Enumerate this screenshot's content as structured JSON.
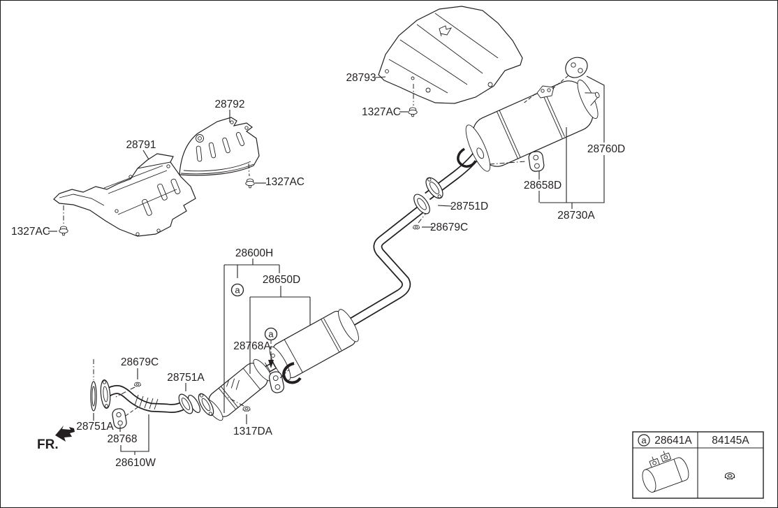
{
  "diagram": {
    "title_type": "exhaust-muffler-parts-diagram",
    "line_color": "#231f20",
    "background": "#ffffff",
    "labels": {
      "shield_front": "28791",
      "shield_arch": "28792",
      "shield_rear": "28793",
      "bolt_shield_front": "1327AC",
      "bolt_shield_arch": "1327AC",
      "bolt_shield_rear": "1327AC",
      "center_exhaust_assy": "28600H",
      "center_muffler": "28650D",
      "clamp_callout": "28768A",
      "gasket_front": "28751A",
      "gasket_center": "28751A",
      "gasket_rear": "28751D",
      "nut_front": "28679C",
      "nut_rear": "28679C",
      "nut_flange": "1317DA",
      "hanger_front": "28768",
      "front_pipe_assy": "28610W",
      "hanger_rear": "28658D",
      "rear_muffler": "28730A",
      "rear_muffler_assy": "28760D",
      "front_direction": "FR.",
      "callout_letter": "a"
    },
    "legend": {
      "badge_letter": "a",
      "col_clamp": "28641A",
      "col_nut": "84145A"
    }
  }
}
